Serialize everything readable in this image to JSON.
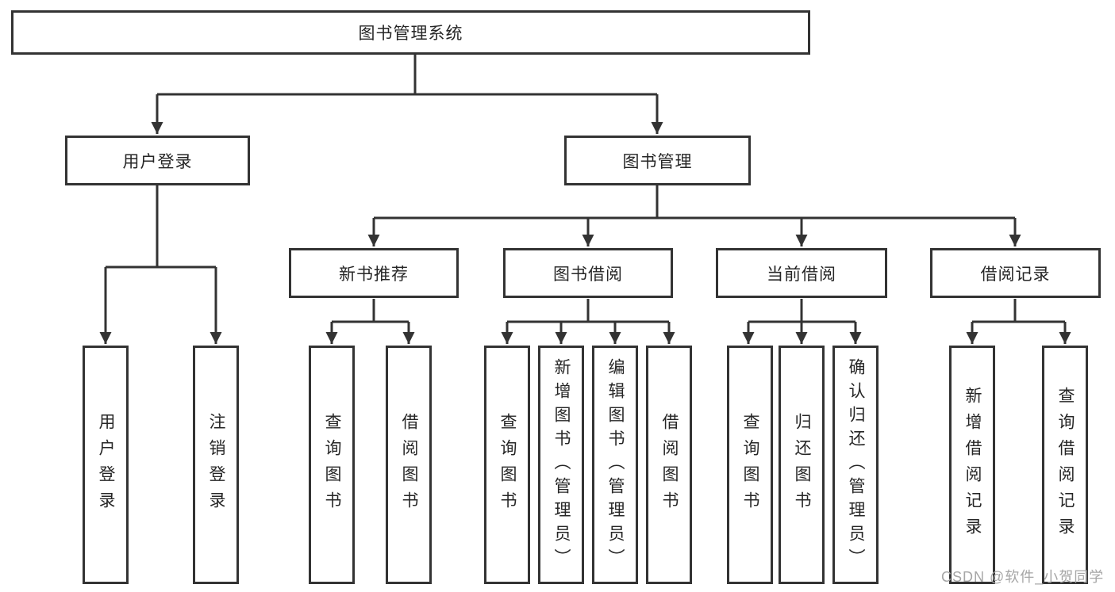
{
  "diagram_type": "hierarchy-tree",
  "tree": {
    "label": "图书管理系统",
    "children": [
      {
        "label": "用户登录",
        "children": [
          {
            "label": "用户登录"
          },
          {
            "label": "注销登录"
          }
        ]
      },
      {
        "label": "图书管理",
        "children": [
          {
            "label": "新书推荐",
            "children": [
              {
                "label": "查询图书"
              },
              {
                "label": "借阅图书"
              }
            ]
          },
          {
            "label": "图书借阅",
            "children": [
              {
                "label": "查询图书"
              },
              {
                "label": "新增图书（管理员）"
              },
              {
                "label": "编辑图书（管理员）"
              },
              {
                "label": "借阅图书"
              }
            ]
          },
          {
            "label": "当前借阅",
            "children": [
              {
                "label": "查询图书"
              },
              {
                "label": "归还图书"
              },
              {
                "label": "确认归还（管理员）"
              }
            ]
          },
          {
            "label": "借阅记录",
            "children": [
              {
                "label": "新增借阅记录"
              },
              {
                "label": "查询借阅记录"
              }
            ]
          }
        ]
      }
    ]
  },
  "watermark": {
    "text": "CSDN @软件_小贺同学"
  },
  "colors": {
    "line": "#333333",
    "text": "#262626",
    "watermark": "#a6a6a6",
    "background": "#ffffff"
  }
}
